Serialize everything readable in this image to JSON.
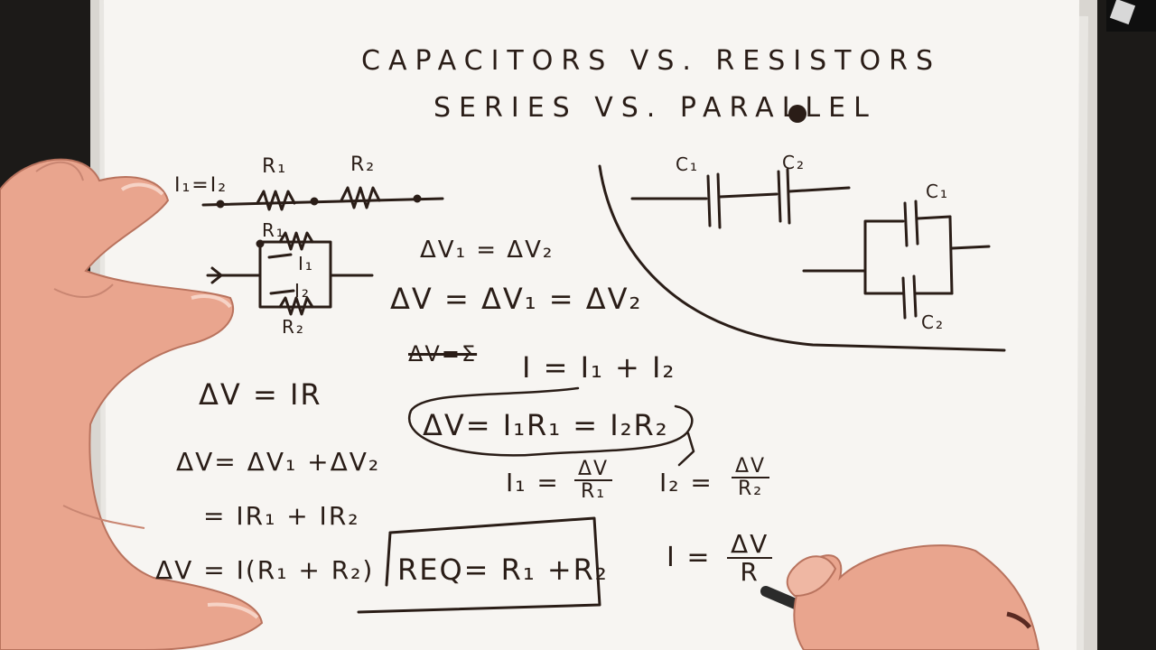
{
  "title": {
    "line1": "CAPACITORS VS. RESISTORS",
    "line2": "SERIES VS. PARALLEL"
  },
  "series_circuit": {
    "current_eq": "I₁=I₂",
    "r1": "R₁",
    "r2": "R₂"
  },
  "parallel_circuit": {
    "r1": "R₁",
    "r2": "R₂",
    "i1": "I₁",
    "i2": "I₂"
  },
  "capacitor_series": {
    "c1": "C₁",
    "c2": "C₂"
  },
  "capacitor_parallel": {
    "c1": "C₁",
    "c2": "C₂"
  },
  "equations": {
    "dv_equal": "ΔV₁ = ΔV₂",
    "dv_total": "ΔV = ΔV₁ = ΔV₂",
    "struck": "ΔV=Σ",
    "current_sum": "I = I₁ + I₂",
    "ohm": "ΔV = IR",
    "branch": "ΔV= I₁R₁ = I₂R₂",
    "series_sum": "ΔV= ΔV₁ +ΔV₂",
    "series_expand": "= IR₁ + IR₂",
    "series_factor": "ΔV = I(R₁ + R₂)",
    "req": "REQ= R₁ +R₂",
    "i1_lhs": "I₁ =",
    "i2_lhs": "I₂ =",
    "dv": "ΔV",
    "r1": "R₁",
    "r2": "R₂",
    "i_lhs": "I =",
    "r": "R"
  },
  "colors": {
    "paper": "#f7f5f2",
    "ink": "#2a1d17",
    "skin": "#e9a58e",
    "background": "#1c1a18"
  }
}
